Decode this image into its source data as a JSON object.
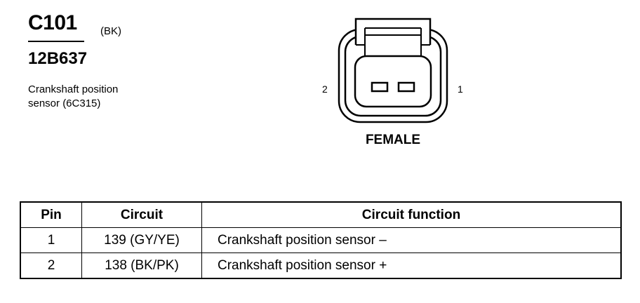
{
  "connector": {
    "id": "C101",
    "color": "(BK)",
    "part_number": "12B637",
    "description_lines": [
      "Crankshaft position",
      "sensor (6C315)"
    ]
  },
  "view": {
    "gender": "FEMALE",
    "pin_left": "2",
    "pin_right": "1"
  },
  "table": {
    "headers": [
      "Pin",
      "Circuit",
      "Circuit function"
    ],
    "rows": [
      {
        "pin": "1",
        "circuit": "139 (GY/YE)",
        "function": "Crankshaft position sensor  –"
      },
      {
        "pin": "2",
        "circuit": "138 (BK/PK)",
        "function": "Crankshaft position sensor  +"
      }
    ]
  }
}
